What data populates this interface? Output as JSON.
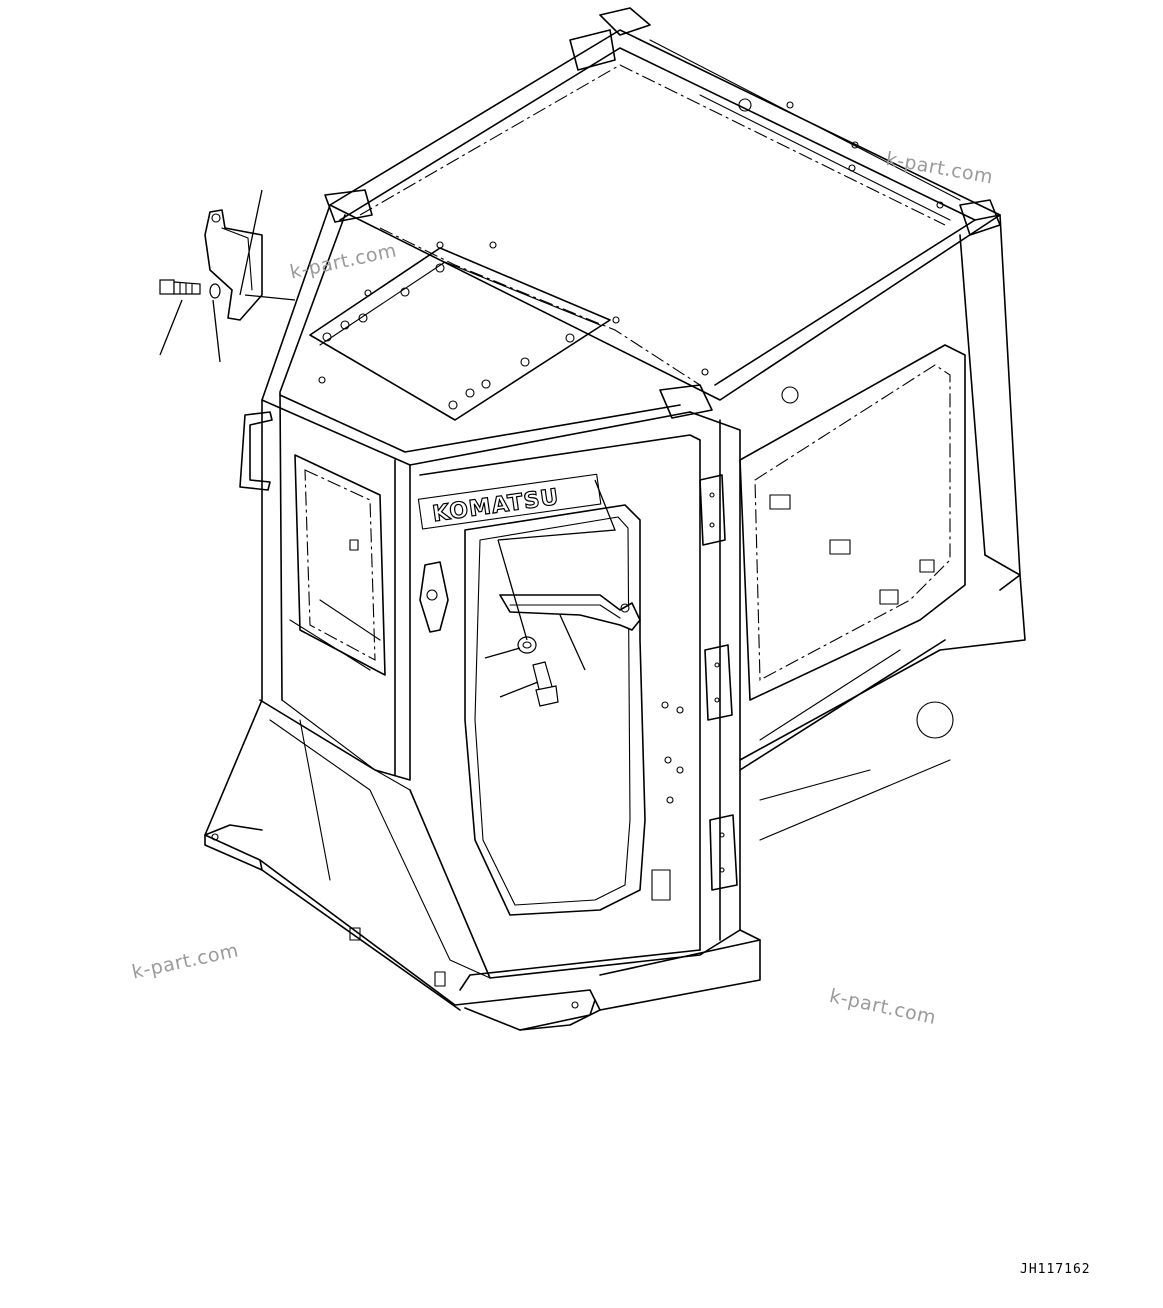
{
  "drawing": {
    "brand_logo": "KOMATSU",
    "figure_code": "JH117162"
  },
  "watermarks": [
    "k-part.com",
    "k-part.com",
    "k-part.com",
    "k-part.com"
  ]
}
